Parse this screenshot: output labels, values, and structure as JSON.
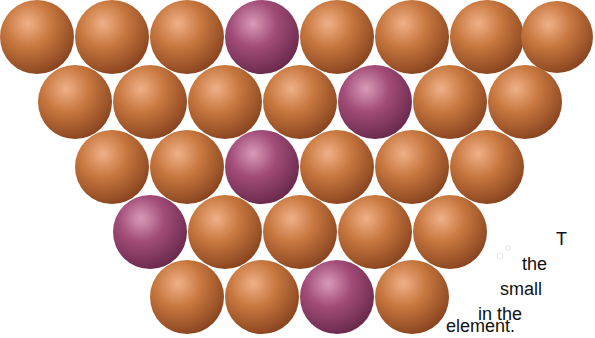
{
  "diagram": {
    "labels": [
      "T",
      "the",
      "small",
      "in the",
      "element."
    ]
  }
}
